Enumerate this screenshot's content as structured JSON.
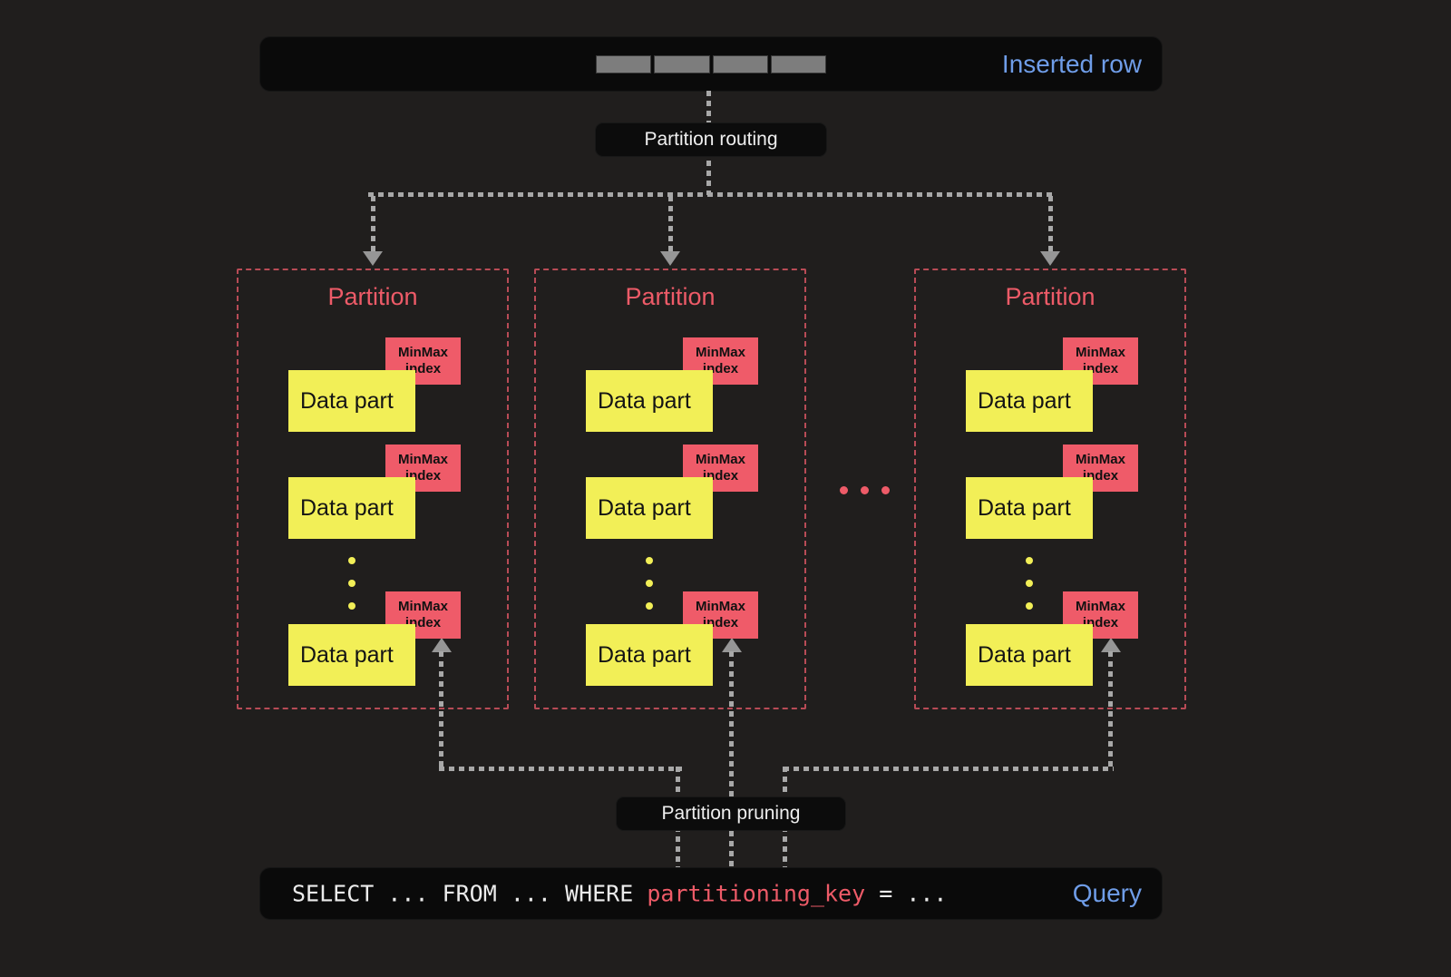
{
  "colors": {
    "background": "#201e1d",
    "panel_black": "#0a0a0a",
    "accent_blue": "#6f9de8",
    "accent_red": "#ee5b68",
    "accent_yellow": "#f2ef57",
    "connector_gray": "#a8a8a8"
  },
  "inserted_row_bar": {
    "label": "Inserted row",
    "segment_count": 4
  },
  "labels": {
    "partition_routing": "Partition routing",
    "partition_pruning": "Partition pruning"
  },
  "icons": {
    "vertical_ellipsis": "⋮",
    "horizontal_ellipsis": "…"
  },
  "partitions": [
    {
      "title": "Partition",
      "parts": [
        {
          "label": "Data part",
          "index_label": "MinMax index"
        },
        {
          "label": "Data part",
          "index_label": "MinMax index"
        },
        {
          "label": "Data part",
          "index_label": "MinMax index"
        }
      ]
    },
    {
      "title": "Partition",
      "parts": [
        {
          "label": "Data part",
          "index_label": "MinMax index"
        },
        {
          "label": "Data part",
          "index_label": "MinMax index"
        },
        {
          "label": "Data part",
          "index_label": "MinMax index"
        }
      ]
    },
    {
      "title": "Partition",
      "parts": [
        {
          "label": "Data part",
          "index_label": "MinMax index"
        },
        {
          "label": "Data part",
          "index_label": "MinMax index"
        },
        {
          "label": "Data part",
          "index_label": "MinMax index"
        }
      ]
    }
  ],
  "query_bar": {
    "sql": {
      "prefix": "SELECT ... FROM ... WHERE ",
      "highlight": "partitioning_key",
      "suffix": " = ..."
    },
    "label": "Query"
  }
}
